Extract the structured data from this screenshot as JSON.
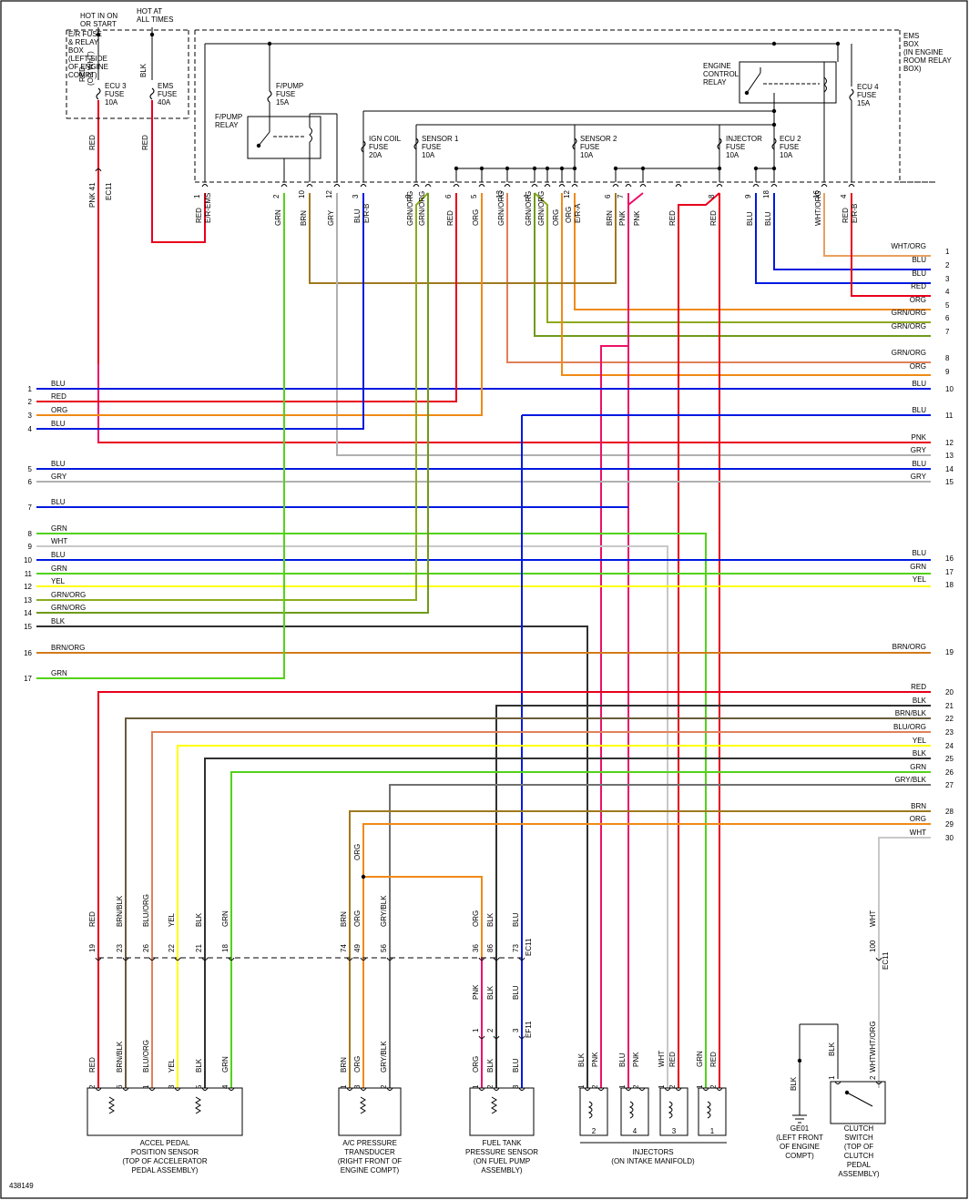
{
  "diagram_id": "438149",
  "power_labels": [
    {
      "id": "hot_on",
      "lines": [
        "HOT IN ON",
        "OR START"
      ]
    },
    {
      "id": "hot_all",
      "lines": [
        "HOT AT",
        "ALL TIMES"
      ]
    }
  ],
  "boxes": {
    "er_box": [
      "E/R FUSE",
      "& RELAY",
      "BOX",
      "(LEFT SIDE",
      "OF ENGINE",
      "COMPT)"
    ],
    "ems_box": [
      "EMS",
      "BOX",
      "(IN ENGINE",
      "ROOM RELAY",
      "BOX)"
    ]
  },
  "fuses": [
    {
      "id": "ecu3",
      "lines": [
        "ECU 3",
        "FUSE",
        "10A"
      ]
    },
    {
      "id": "ems",
      "lines": [
        "EMS",
        "FUSE",
        "40A"
      ]
    },
    {
      "id": "fpump",
      "lines": [
        "F/PUMP",
        "FUSE",
        "15A"
      ]
    },
    {
      "id": "ign",
      "lines": [
        "IGN COIL",
        "FUSE",
        "20A"
      ]
    },
    {
      "id": "sens1",
      "lines": [
        "SENSOR 1",
        "FUSE",
        "10A"
      ]
    },
    {
      "id": "sens2",
      "lines": [
        "SENSOR 2",
        "FUSE",
        "10A"
      ]
    },
    {
      "id": "inj",
      "lines": [
        "INJECTOR",
        "FUSE",
        "10A"
      ]
    },
    {
      "id": "ecu2",
      "lines": [
        "ECU 2",
        "FUSE",
        "10A"
      ]
    },
    {
      "id": "ecu4",
      "lines": [
        "ECU 4",
        "FUSE",
        "15A"
      ]
    }
  ],
  "relays": [
    {
      "id": "fpump_relay",
      "lines": [
        "F/PUMP",
        "RELAY"
      ]
    },
    {
      "id": "eng_relay",
      "lines": [
        "ENGINE",
        "CONTROL",
        "RELAY"
      ]
    }
  ],
  "top_wire_labels": [
    "RED",
    "(OR WHT)",
    "BLK",
    "RED",
    "RED",
    "PNK",
    "41",
    "EC11"
  ],
  "connector_pins": [
    {
      "pin": "1",
      "color": "RED",
      "conn": "E/R-EMS"
    },
    {
      "pin": "2",
      "color": "GRN"
    },
    {
      "pin": "10",
      "color": "BRN"
    },
    {
      "pin": "12",
      "color": "GRY"
    },
    {
      "pin": "3",
      "color": "BLU",
      "conn": "E/R-B"
    },
    {
      "pin": "8",
      "color": "GRN/ORG"
    },
    {
      "pin": "",
      "color": "GRN/ORG"
    },
    {
      "pin": "6",
      "color": "RED"
    },
    {
      "pin": "5",
      "color": "ORG"
    },
    {
      "pin": "13",
      "color": "GRN/ORG"
    },
    {
      "pin": "4",
      "color": "GRN/ORG"
    },
    {
      "pin": "",
      "color": "GRN/ORG"
    },
    {
      "pin": "",
      "color": "ORG"
    },
    {
      "pin": "12",
      "color": "ORG",
      "conn": "E/R-A"
    },
    {
      "pin": "6",
      "color": "BRN"
    },
    {
      "pin": "7",
      "color": "PNK"
    },
    {
      "pin": "",
      "color": "PNK"
    },
    {
      "pin": "",
      "color": "RED"
    },
    {
      "pin": "8",
      "color": "RED"
    },
    {
      "pin": "9",
      "color": "BLU"
    },
    {
      "pin": "18",
      "color": "BLU"
    },
    {
      "pin": "16",
      "color": "WHT/ORG"
    },
    {
      "pin": "4",
      "color": "RED",
      "conn": "E/R-B"
    }
  ],
  "right_lines": [
    {
      "n": "1",
      "color": "WHT/ORG"
    },
    {
      "n": "2",
      "color": "BLU"
    },
    {
      "n": "3",
      "color": "BLU"
    },
    {
      "n": "4",
      "color": "RED"
    },
    {
      "n": "5",
      "color": "ORG"
    },
    {
      "n": "6",
      "color": "GRN/ORG"
    },
    {
      "n": "7",
      "color": "GRN/ORG"
    },
    {
      "n": "8",
      "color": "GRN/ORG"
    },
    {
      "n": "9",
      "color": "ORG"
    },
    {
      "n": "10",
      "color": "BLU"
    },
    {
      "n": "11",
      "color": "BLU"
    },
    {
      "n": "12",
      "color": "PNK"
    },
    {
      "n": "13",
      "color": "GRY"
    },
    {
      "n": "14",
      "color": "BLU"
    },
    {
      "n": "15",
      "color": "GRY"
    },
    {
      "n": "16",
      "color": "BLU"
    },
    {
      "n": "17",
      "color": "GRN"
    },
    {
      "n": "18",
      "color": "YEL"
    },
    {
      "n": "19",
      "color": "BRN/ORG"
    },
    {
      "n": "20",
      "color": "RED"
    },
    {
      "n": "21",
      "color": "BLK"
    },
    {
      "n": "22",
      "color": "BRN/BLK"
    },
    {
      "n": "23",
      "color": "BLU/ORG"
    },
    {
      "n": "24",
      "color": "YEL"
    },
    {
      "n": "25",
      "color": "BLK"
    },
    {
      "n": "26",
      "color": "GRN"
    },
    {
      "n": "27",
      "color": "GRY/BLK"
    },
    {
      "n": "28",
      "color": "BRN"
    },
    {
      "n": "29",
      "color": "ORG"
    },
    {
      "n": "30",
      "color": "WHT"
    }
  ],
  "left_lines": [
    {
      "n": "1",
      "color": "BLU"
    },
    {
      "n": "2",
      "color": "RED"
    },
    {
      "n": "3",
      "color": "ORG"
    },
    {
      "n": "4",
      "color": "BLU"
    },
    {
      "n": "5",
      "color": "BLU"
    },
    {
      "n": "6",
      "color": "GRY"
    },
    {
      "n": "7",
      "color": "BLU"
    },
    {
      "n": "8",
      "color": "GRN"
    },
    {
      "n": "9",
      "color": "WHT"
    },
    {
      "n": "10",
      "color": "BLU"
    },
    {
      "n": "11",
      "color": "GRN"
    },
    {
      "n": "12",
      "color": "YEL"
    },
    {
      "n": "13",
      "color": "GRN/ORG"
    },
    {
      "n": "14",
      "color": "GRN/ORG"
    },
    {
      "n": "15",
      "color": "BLK"
    },
    {
      "n": "16",
      "color": "BRN/ORG"
    },
    {
      "n": "17",
      "color": "GRN"
    }
  ],
  "ec11_pins": [
    {
      "pin": "19",
      "color": "RED"
    },
    {
      "pin": "23",
      "color": "BRN/BLK"
    },
    {
      "pin": "26",
      "color": "BLU/ORG"
    },
    {
      "pin": "22",
      "color": "YEL"
    },
    {
      "pin": "21",
      "color": "BLK"
    },
    {
      "pin": "18",
      "color": "GRN"
    },
    {
      "pin": "74",
      "color": "BRN"
    },
    {
      "pin": "49",
      "color": "ORG"
    },
    {
      "pin": "56",
      "color": "GRY/BLK"
    },
    {
      "pin": "36",
      "color": "ORG"
    },
    {
      "pin": "86",
      "color": "BLK"
    },
    {
      "pin": "73",
      "color": "BLU"
    },
    {
      "pin": "100",
      "color": "WHT"
    }
  ],
  "ec11_label": "EC11",
  "ef11_label": "EF11",
  "orange_mid_label": "ORG",
  "bottom_wires": [
    {
      "pin": "2",
      "color": "RED"
    },
    {
      "pin": "6",
      "color": "BRN/BLK"
    },
    {
      "pin": "1",
      "color": "BLU/ORG"
    },
    {
      "pin": "3",
      "color": "YEL"
    },
    {
      "pin": "5",
      "color": "BLK"
    },
    {
      "pin": "4",
      "color": "GRN"
    },
    {
      "pin": "1",
      "color": "BRN"
    },
    {
      "pin": "3",
      "color": "ORG"
    },
    {
      "pin": "2",
      "color": "GRY/BLK"
    },
    {
      "pin": "1",
      "color": "PNK"
    },
    {
      "pin": "2",
      "color": "BLK"
    },
    {
      "pin": "3",
      "color": "BLU"
    }
  ],
  "ef11_colors": [
    "PNK",
    "BLK",
    "BLU"
  ],
  "ef11_pins": [
    "1",
    "2",
    "3"
  ],
  "injector_wires": [
    {
      "pin": "1",
      "color": "BLK"
    },
    {
      "pin": "2",
      "color": "PNK"
    },
    {
      "pin": "1",
      "color": "BLU"
    },
    {
      "pin": "2",
      "color": "PNK"
    },
    {
      "pin": "1",
      "color": "WHT"
    },
    {
      "pin": "2",
      "color": "RED"
    },
    {
      "pin": "1",
      "color": "GRN"
    },
    {
      "pin": "2",
      "color": "RED"
    }
  ],
  "injector_nums": [
    "2",
    "4",
    "3",
    "1"
  ],
  "clutch_wires": [
    {
      "pin": "1",
      "color": "BLK"
    },
    {
      "pin": "2",
      "color": "WHT/ORG"
    },
    {
      "pin": "",
      "color": "BLK"
    }
  ],
  "components": {
    "accel": [
      "ACCEL PEDAL",
      "POSITION SENSOR",
      "(TOP OF ACCELERATOR",
      "PEDAL ASSEMBLY)"
    ],
    "ac": [
      "A/C PRESSURE",
      "TRANSDUCER",
      "(RIGHT FRONT OF",
      "ENGINE COMPT)"
    ],
    "fuel": [
      "FUEL TANK",
      "PRESSURE SENSOR",
      "(ON FUEL PUMP",
      "ASSEMBLY)"
    ],
    "injectors": [
      "INJECTORS",
      "(ON INTAKE MANIFOLD)"
    ],
    "ground": [
      "GE01",
      "(LEFT FRONT",
      "OF ENGINE",
      "COMPT)"
    ],
    "clutch": [
      "CLUTCH",
      "SWITCH",
      "(TOP OF",
      "CLUTCH",
      "PEDAL",
      "ASSEMBLY)"
    ]
  },
  "colors": {
    "RED": "#e8001c",
    "BLU": "#0019e0",
    "GRN": "#53d21a",
    "ORG": "#f08a16",
    "YEL": "#ffff00",
    "BLK": "#303030",
    "GRY": "#b0b0b0",
    "WHT": "#c8c8c8",
    "PNK": "#ee1068",
    "BRN": "#a0781e",
    "GRNORG": "#8caa20",
    "GRNORG2": "#6e9a18",
    "BLUORG": "#e08058",
    "BRNBLK": "#6a5a3a",
    "GRYBLK": "#707070",
    "WHTORG": "#e8a060",
    "BRNORG": "#d27a1a"
  }
}
